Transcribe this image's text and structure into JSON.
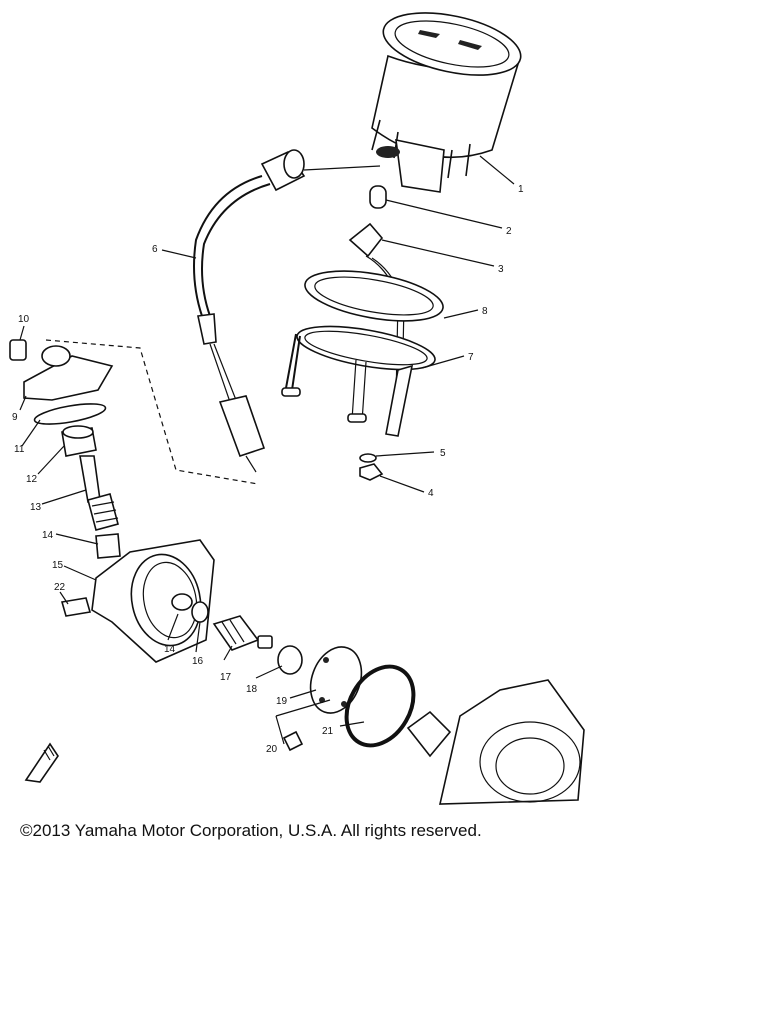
{
  "diagram": {
    "callouts": [
      "1",
      "2",
      "3",
      "4",
      "5",
      "6",
      "7",
      "8",
      "9",
      "10",
      "11",
      "12",
      "13",
      "14",
      "14",
      "15",
      "16",
      "17",
      "18",
      "19",
      "20",
      "21",
      "22"
    ]
  },
  "footer": {
    "copyright": "©2013 Yamaha Motor Corporation, U.S.A. All rights reserved."
  }
}
